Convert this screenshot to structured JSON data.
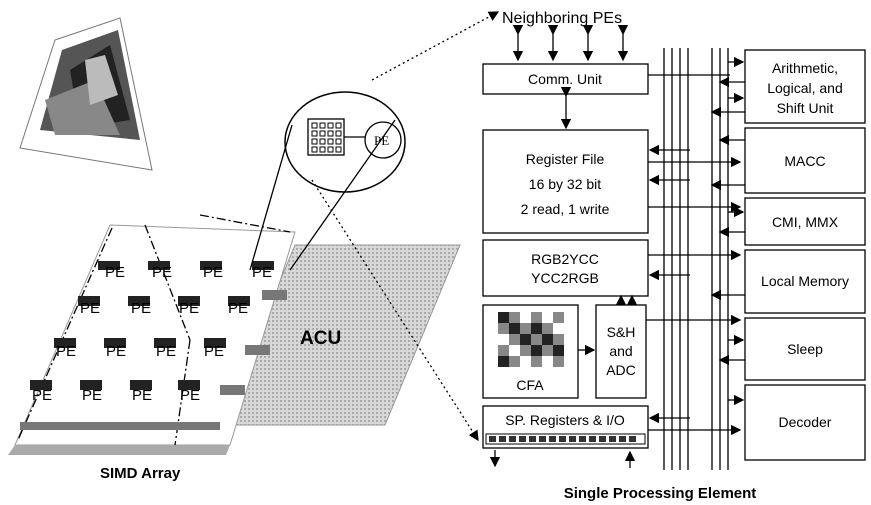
{
  "neighbor_label": "Neighboring PEs",
  "comm_unit": "Comm. Unit",
  "register_file": [
    "Register File",
    "16 by 32 bit",
    "2 read, 1 write"
  ],
  "rgb_ycc": [
    "RGB2YCC",
    "YCC2RGB"
  ],
  "cfa": "CFA",
  "sh_adc": [
    "S&H",
    "and",
    "ADC"
  ],
  "sp_registers": "SP. Registers & I/O",
  "units": {
    "alu": [
      "Arithmetic,",
      "Logical, and",
      "Shift Unit"
    ],
    "macc": "MACC",
    "cmi": "CMI, MMX",
    "local_memory": "Local Memory",
    "sleep": "Sleep",
    "decoder": "Decoder"
  },
  "zoom_pe": "PE",
  "pe_label": "PE",
  "acu": "ACU",
  "simd_caption": "SIMD Array",
  "pe_caption": "Single Processing Element"
}
